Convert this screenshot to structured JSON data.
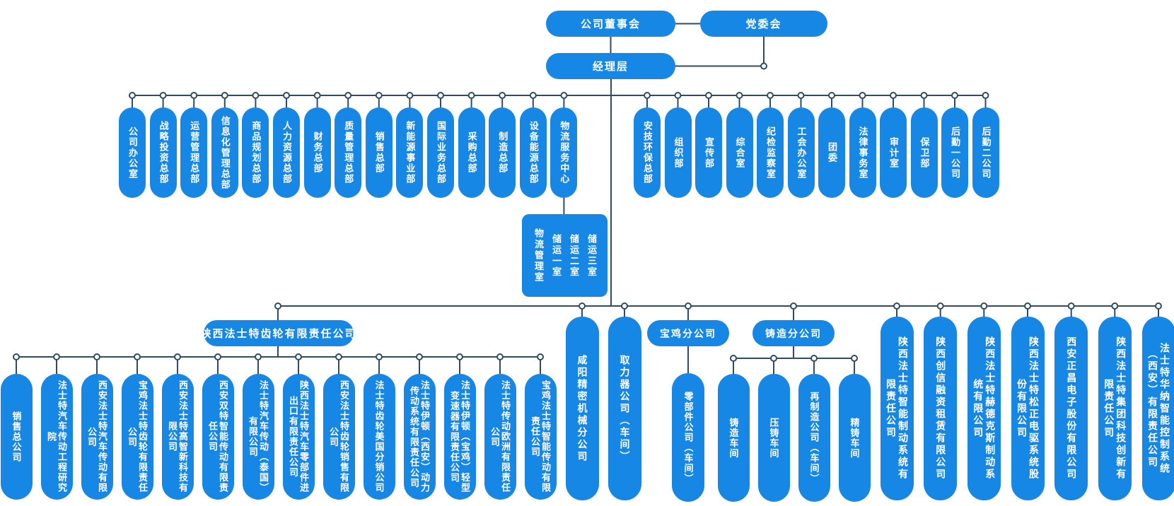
{
  "colors": {
    "node_fill": "#1787e6",
    "connector_line": "#2f4b66",
    "node_text": "#ffffff",
    "background": "#ffffff"
  },
  "top": {
    "board": "公司董事会",
    "party": "党委会",
    "management": "经理层"
  },
  "departments": {
    "left": [
      "公司办公室",
      "战略投资总部",
      "运营管理总部",
      "信息化管理总部",
      "商品规划总部",
      "人力资源总部",
      "财务总部",
      "质量管理总部",
      "销售总部",
      "新能源事业部",
      "国际业务总部",
      "采购总部",
      "制造总部",
      "设备能源总部",
      "物流服务中心"
    ],
    "right": [
      "安技环保总部",
      "组织部",
      "宣传部",
      "综合室",
      "纪检监察室",
      "工会办公室",
      "团委",
      "法律事务室",
      "审计室",
      "保卫部",
      "后勤一公司",
      "后勤二公司"
    ]
  },
  "logistics_box": {
    "rooms": [
      "储运三室",
      "储运二室",
      "储运一室",
      "物流管理室"
    ]
  },
  "subsidiaries": [
    {
      "name": "陕西法士特齿轮有限责任公司",
      "children": [
        "销售总公司",
        "法士特汽车传动工程研究院",
        "西安法士特汽车传动有限公司",
        "宝鸡法士特齿轮有限责任公司",
        "西安法士特高智新科技有限公司",
        "西安双特智能传动有限责任公司",
        "法士特汽车传动（泰国）有限公司",
        "陕西法士特汽车零部件进出口有限责任公司",
        "西安法士特齿轮销售有限公司",
        "法士特齿轮美国分销公司",
        "法士特伊顿（西安）动力传动系统有限责任公司",
        "法士特伊顿（宝鸡）轻型变速器有限责任公司",
        "法士特传动欧洲有限责任公司",
        "宝鸡法士特智能传动有限责任公司"
      ]
    },
    {
      "name": "咸阳精密机械分公司",
      "children": []
    },
    {
      "name": "取力器公司（车间）",
      "children": []
    },
    {
      "name": "宝鸡分公司",
      "children": [
        "零部件公司（车间）"
      ]
    },
    {
      "name": "铸造分公司",
      "children": [
        "铸造车间",
        "压铸车间",
        "再制造公司（车间）",
        "精铸车间"
      ]
    },
    {
      "name": "陕西法士特智能制动系统有限责任公司",
      "children": []
    },
    {
      "name": "陕西创信融资租赁有限公司",
      "children": []
    },
    {
      "name": "陕西法士特赫德克斯制动系统有限公司",
      "children": []
    },
    {
      "name": "陕西法士特松正电驱系统股份有限公司",
      "children": []
    },
    {
      "name": "西安正昌电子股份有限公司",
      "children": []
    },
    {
      "name": "陕西法士特集团科技创新有限责任公司",
      "children": []
    },
    {
      "name": "法士特华纳智能控制系统（西安）有限责任公司",
      "children": []
    }
  ]
}
